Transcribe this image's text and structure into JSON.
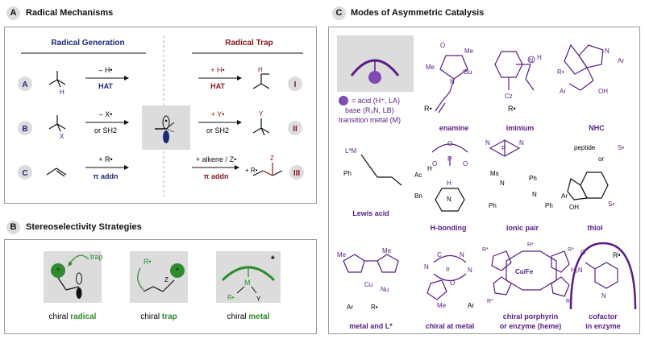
{
  "panelA": {
    "badge": "A",
    "title": "Radical Mechanisms",
    "gen_header": "Radical Generation",
    "trap_header": "Radical Trap",
    "rows": [
      {
        "label": "A",
        "gen_top": "– H•",
        "gen_bottom": "HAT",
        "trap_top": "+ H•",
        "trap_bottom": "HAT",
        "roman": "I",
        "atom_gen": "H",
        "atom_trap": "H"
      },
      {
        "label": "B",
        "gen_top": "– X•",
        "gen_bottom": "or SH2",
        "trap_top": "+ Y•",
        "trap_bottom": "or SH2",
        "roman": "II",
        "atom_gen": "X",
        "atom_trap": "Y"
      },
      {
        "label": "C",
        "gen_top": "+ R•",
        "gen_bottom": "π addn",
        "trap_top": "+ alkene / Z•",
        "trap_bottom": "π addn",
        "roman": "III",
        "atom_gen": "",
        "atom_trap": "Z"
      }
    ]
  },
  "panelB": {
    "badge": "B",
    "title": "Stereoselectivity Strategies",
    "trap_word": "trap",
    "items": [
      {
        "prefix": "chiral ",
        "emph": "radical"
      },
      {
        "prefix": "chiral ",
        "emph": "trap"
      },
      {
        "prefix": "chiral ",
        "emph": "metal"
      }
    ],
    "r_dot": "R•",
    "z_label": "Z",
    "m_label": "M",
    "y_label": "Y",
    "star": "*"
  },
  "panelC": {
    "badge": "C",
    "title": "Modes of Asymmetric Catalysis",
    "legend_line1": "= acid (H⁺, LA)",
    "legend_line2": "base (R₃N, LB)",
    "legend_line3": "transition metal (M)",
    "modes": [
      {
        "label": "enamine"
      },
      {
        "label": "iminium"
      },
      {
        "label": "NHC"
      },
      {
        "label": "Lewis acid"
      },
      {
        "label": "H-bonding"
      },
      {
        "label": "ionic pair"
      },
      {
        "label": "thiol"
      },
      {
        "label": "metal and L*"
      },
      {
        "label": "chiral at metal"
      },
      {
        "label_line1": "chiral porphyrin",
        "label_line2": "or enzyme (heme)"
      },
      {
        "label_line1": "cofactor",
        "label_line2": "in enzyme"
      }
    ],
    "texts": {
      "me": "Me",
      "tbu": "ᵗBu",
      "r_dot": "R•",
      "cz": "Cz",
      "ar": "Ar",
      "oh": "OH",
      "n": "N",
      "o": "O",
      "lm_o": "L*M",
      "ph": "Ph",
      "p": "P",
      "ac": "Ac",
      "bn": "Bn",
      "h": "H",
      "ms": "Ms",
      "peptide": "peptide",
      "s_dot": "S•",
      "or": "or",
      "cu": "Cu",
      "nu": "Nu",
      "ir": "Ir",
      "cufe": "Cu/Fe",
      "r_star": "R*",
      "h2n": "H₂N",
      "c": "C"
    }
  }
}
